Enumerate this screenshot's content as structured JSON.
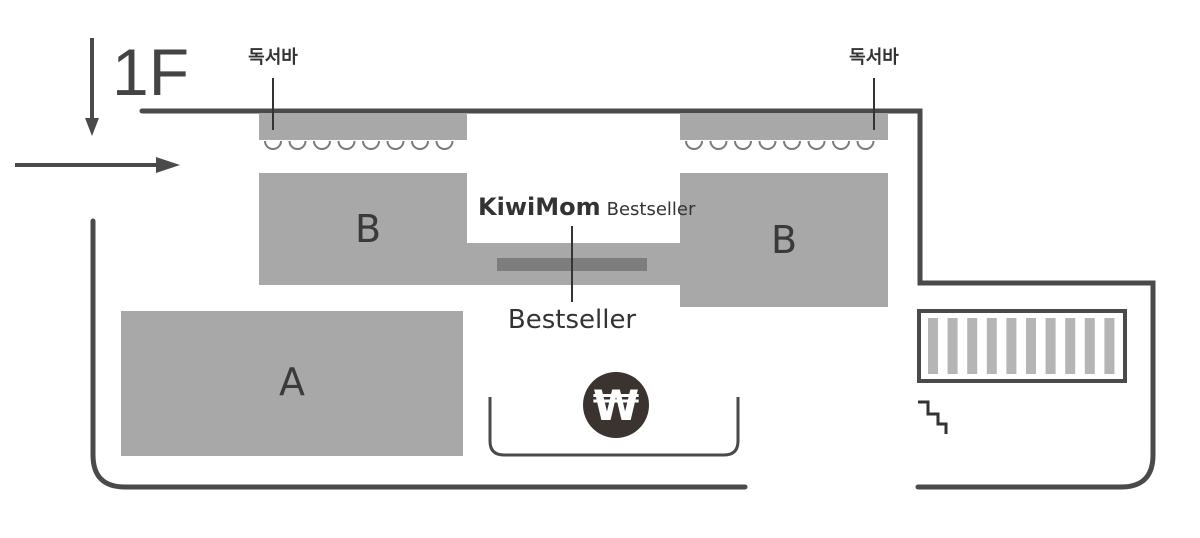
{
  "floor": {
    "label": "1F"
  },
  "reading_bars": [
    {
      "label": "독서바"
    },
    {
      "label": "독서바"
    }
  ],
  "zones": [
    {
      "label": "B"
    },
    {
      "label": "B"
    },
    {
      "label": "A"
    }
  ],
  "bestseller": {
    "brand": "KiwiMom",
    "brand_suffix": "Bestseller",
    "shelf_label": "Bestseller"
  },
  "cashier": {
    "symbol": "₩"
  },
  "colors": {
    "wall": "#4a4a4a",
    "block": "#a8a8a8",
    "block_dark": "#7d7d7d",
    "cashier": "#3b3330"
  },
  "icons": [
    "entrance-arrow-icon",
    "won-icon",
    "stairs-icon",
    "escalator-icon"
  ]
}
